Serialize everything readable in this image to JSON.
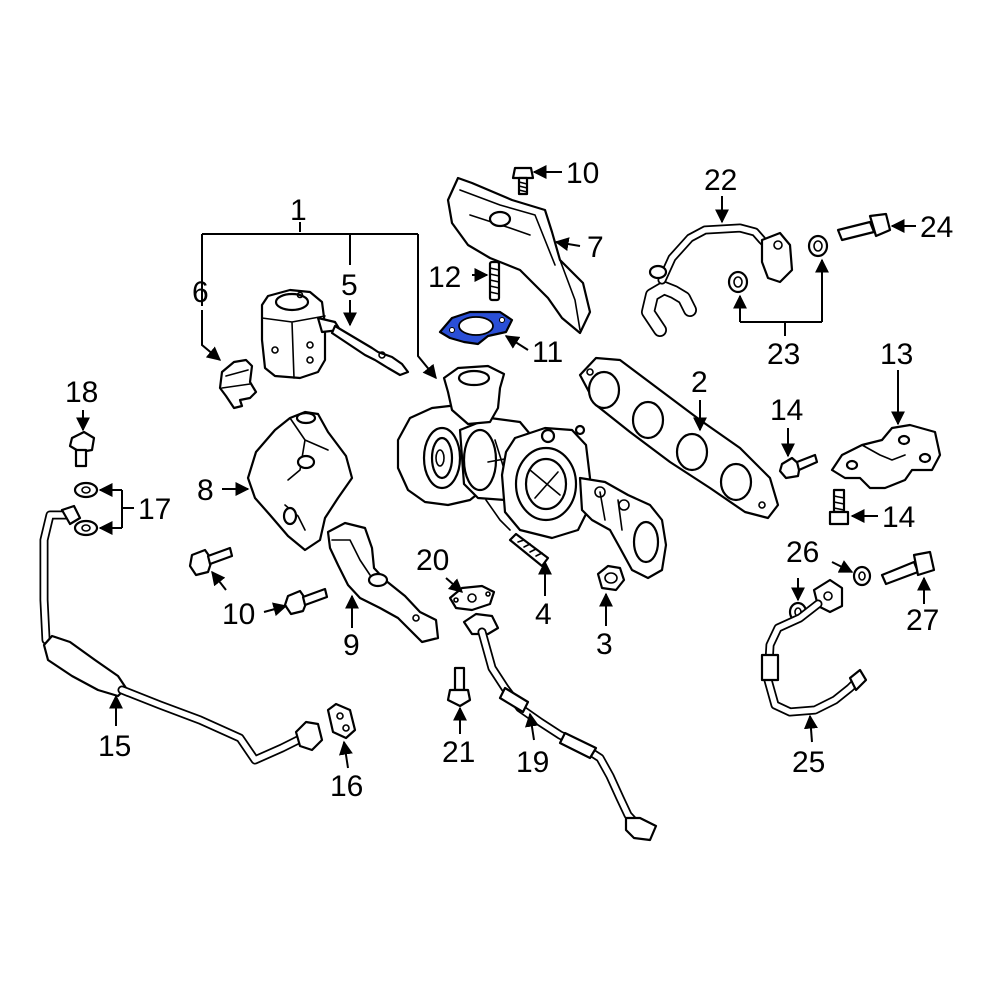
{
  "colors": {
    "highlight": "#2a4fd6",
    "line": "#000000",
    "background": "#ffffff"
  },
  "highlighted_part": "11",
  "callouts": {
    "c1": "1",
    "c2": "2",
    "c3": "3",
    "c4": "4",
    "c5": "5",
    "c6": "6",
    "c7": "7",
    "c8": "8",
    "c9": "9",
    "c10a": "10",
    "c10b": "10",
    "c11": "11",
    "c12": "12",
    "c13": "13",
    "c14a": "14",
    "c14b": "14",
    "c15": "15",
    "c16": "16",
    "c17": "17",
    "c18": "18",
    "c19": "19",
    "c20": "20",
    "c21": "21",
    "c22": "22",
    "c23": "23",
    "c24": "24",
    "c25": "25",
    "c26": "26",
    "c27": "27"
  }
}
